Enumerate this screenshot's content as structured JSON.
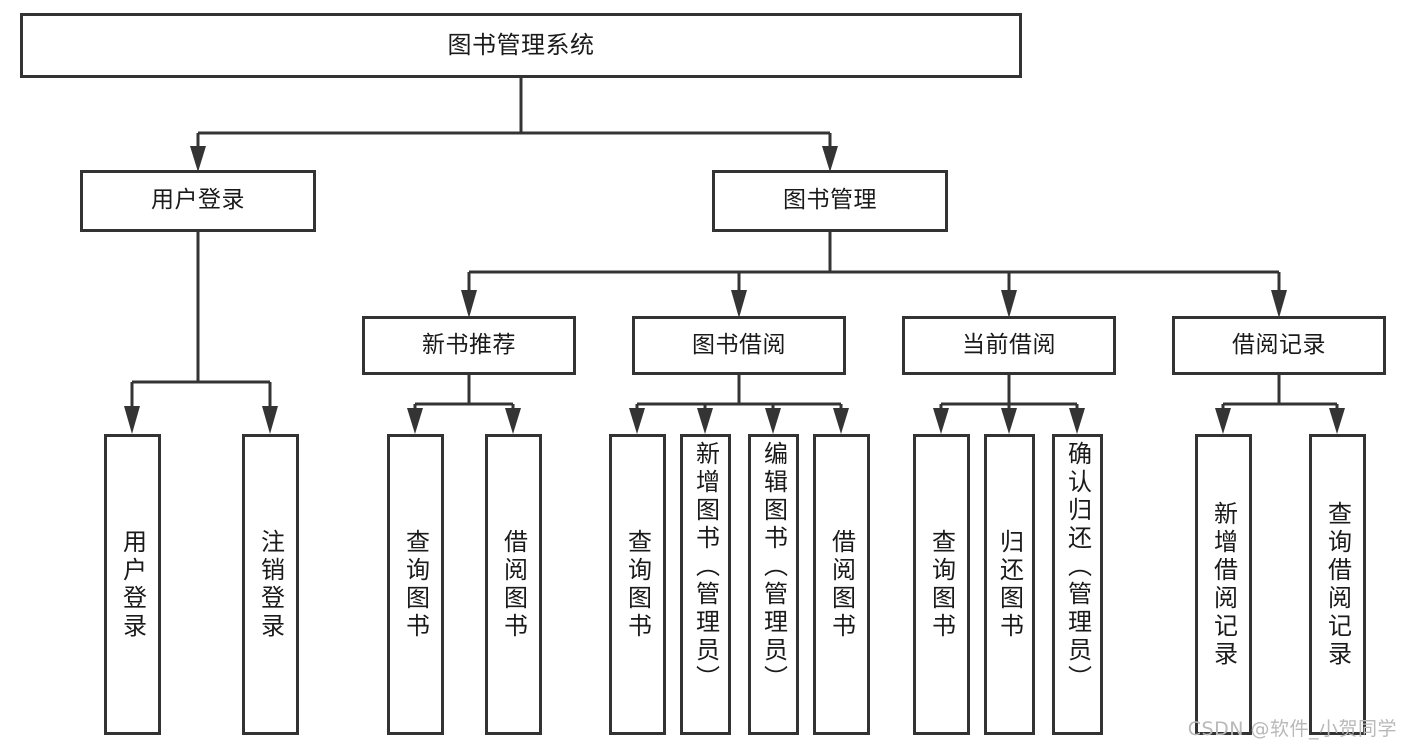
{
  "diagram": {
    "title": "图书管理系统",
    "watermark": "CSDN @软件_小贺同学",
    "accent_color": "#343434",
    "box_border_color": "#333333",
    "background_color": "#ffffff",
    "root": {
      "label": "图书管理系统"
    },
    "level2": [
      {
        "id": "user-login",
        "label": "用户登录"
      },
      {
        "id": "book-manage",
        "label": "图书管理"
      }
    ],
    "level3": [
      {
        "id": "new-book-recommend",
        "label": "新书推荐"
      },
      {
        "id": "book-borrow",
        "label": "图书借阅"
      },
      {
        "id": "current-borrow",
        "label": "当前借阅"
      },
      {
        "id": "borrow-record",
        "label": "借阅记录"
      }
    ],
    "leaves": {
      "user_login": [
        {
          "id": "leaf-user-login",
          "label": "用户登录"
        },
        {
          "id": "leaf-logout-login",
          "label": "注销登录"
        }
      ],
      "new_book_recommend": [
        {
          "id": "leaf-query-book-1",
          "label": "查询图书"
        },
        {
          "id": "leaf-borrow-book-1",
          "label": "借阅图书"
        }
      ],
      "book_borrow": [
        {
          "id": "leaf-query-book-2",
          "label": "查询图书"
        },
        {
          "id": "leaf-add-book",
          "label": "新增图书（管理员）"
        },
        {
          "id": "leaf-edit-book",
          "label": "编辑图书（管理员）"
        },
        {
          "id": "leaf-borrow-book-2",
          "label": "借阅图书"
        }
      ],
      "current_borrow": [
        {
          "id": "leaf-query-book-3",
          "label": "查询图书"
        },
        {
          "id": "leaf-return-book",
          "label": "归还图书"
        },
        {
          "id": "leaf-confirm-return",
          "label": "确认归还（管理员）"
        }
      ],
      "borrow_record": [
        {
          "id": "leaf-add-record",
          "label": "新增借阅记录"
        },
        {
          "id": "leaf-query-record",
          "label": "查询借阅记录"
        }
      ]
    }
  }
}
